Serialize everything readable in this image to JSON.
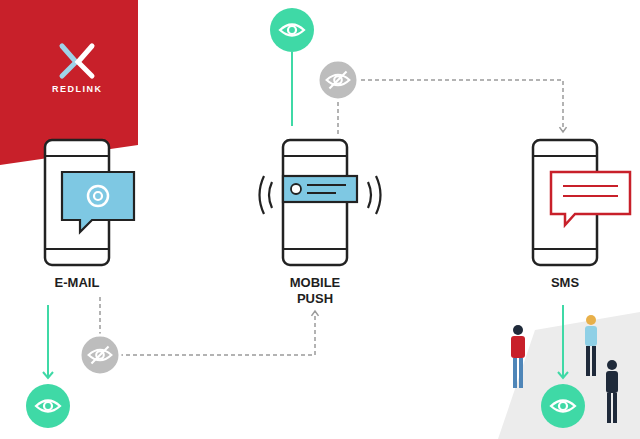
{
  "diagram": {
    "nodes": [
      {
        "text": [
          "E-MAIL"
        ]
      },
      {
        "text": [
          "MOBILE PUSH"
        ]
      },
      {
        "text": [
          "SMS"
        ]
      }
    ],
    "edges": [
      {
        "from": 0,
        "to": 1,
        "arrow": "to"
      },
      {
        "from": 1,
        "to": 2,
        "arrow": "to"
      }
    ],
    "labels": [
      "REDLINK"
    ]
  }
}
